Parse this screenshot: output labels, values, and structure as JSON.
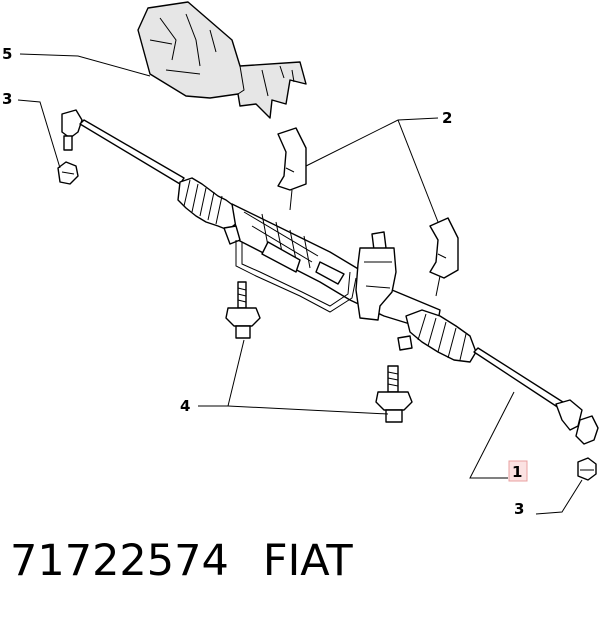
{
  "diagram": {
    "callouts": [
      {
        "id": "5",
        "label": "5"
      },
      {
        "id": "3a",
        "label": "3"
      },
      {
        "id": "2",
        "label": "2"
      },
      {
        "id": "4",
        "label": "4"
      },
      {
        "id": "1",
        "label": "1"
      },
      {
        "id": "3b",
        "label": "3"
      }
    ],
    "highlight_color": "#e8a0a0"
  },
  "caption": {
    "part_number": "71722574",
    "brand": "FIAT"
  }
}
